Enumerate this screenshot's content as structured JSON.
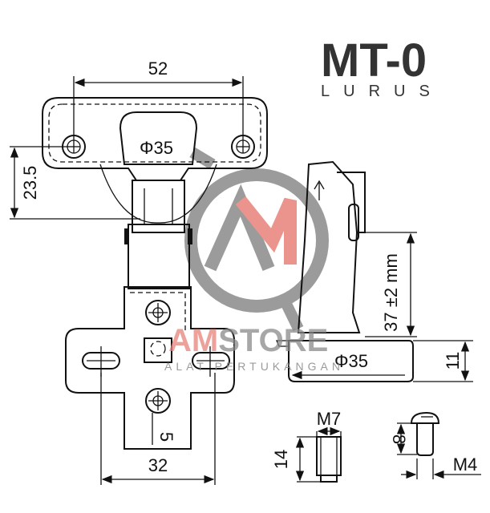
{
  "title": {
    "model": "MT-0",
    "subtitle": "LURUS"
  },
  "dimensions": {
    "hole_spacing": "52",
    "cup_diameter_top": "Φ35",
    "cup_offset": "23.5",
    "height_adjust": "37 ±2 mm",
    "cup_diameter_side": "Φ35",
    "base_thickness": "11",
    "screw_offset": "5",
    "plate_hole_spacing": "32",
    "dowel_diameter": "M7",
    "dowel_length": "14",
    "screw_length": "8",
    "screw_diameter": "M4"
  },
  "watermark": {
    "brand_a": "AM",
    "brand_b": "STORE",
    "tagline": "ALAT PERTUKANGAN",
    "gray": "#8a8a8a",
    "accent": "#e8827a"
  }
}
